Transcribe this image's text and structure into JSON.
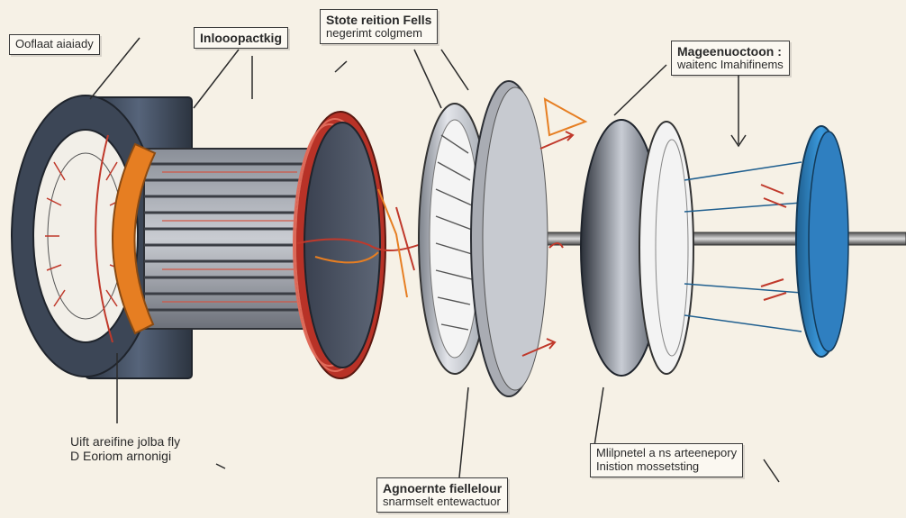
{
  "labels": {
    "top_left": "Ooflaat aiaiady",
    "top_center_left": "Inlooopactkig",
    "top_center": {
      "line1": "Stote reition Fells",
      "line2": "negerimt colgmem"
    },
    "top_right": {
      "line1": "Mageenuoctoon :",
      "line2": "waitenc Imahifinems"
    },
    "bottom_left": {
      "line1": "Uift areifine jolba fly",
      "line2": "D Eoriom arnonigi"
    },
    "bottom_center": {
      "line1": "Agnoernte fiellelour",
      "line2": "snarmselt entewactuor"
    },
    "bottom_right": {
      "line1": "Mlilpnetel a ns arteenepory",
      "line2": "Inistion mossetsting"
    }
  },
  "colors": {
    "background": "#f6f1e6",
    "housing": "#3f4a5c",
    "copper": "#c0392b",
    "accent_orange": "#e67e22",
    "blue_disc": "#2e86c1"
  }
}
